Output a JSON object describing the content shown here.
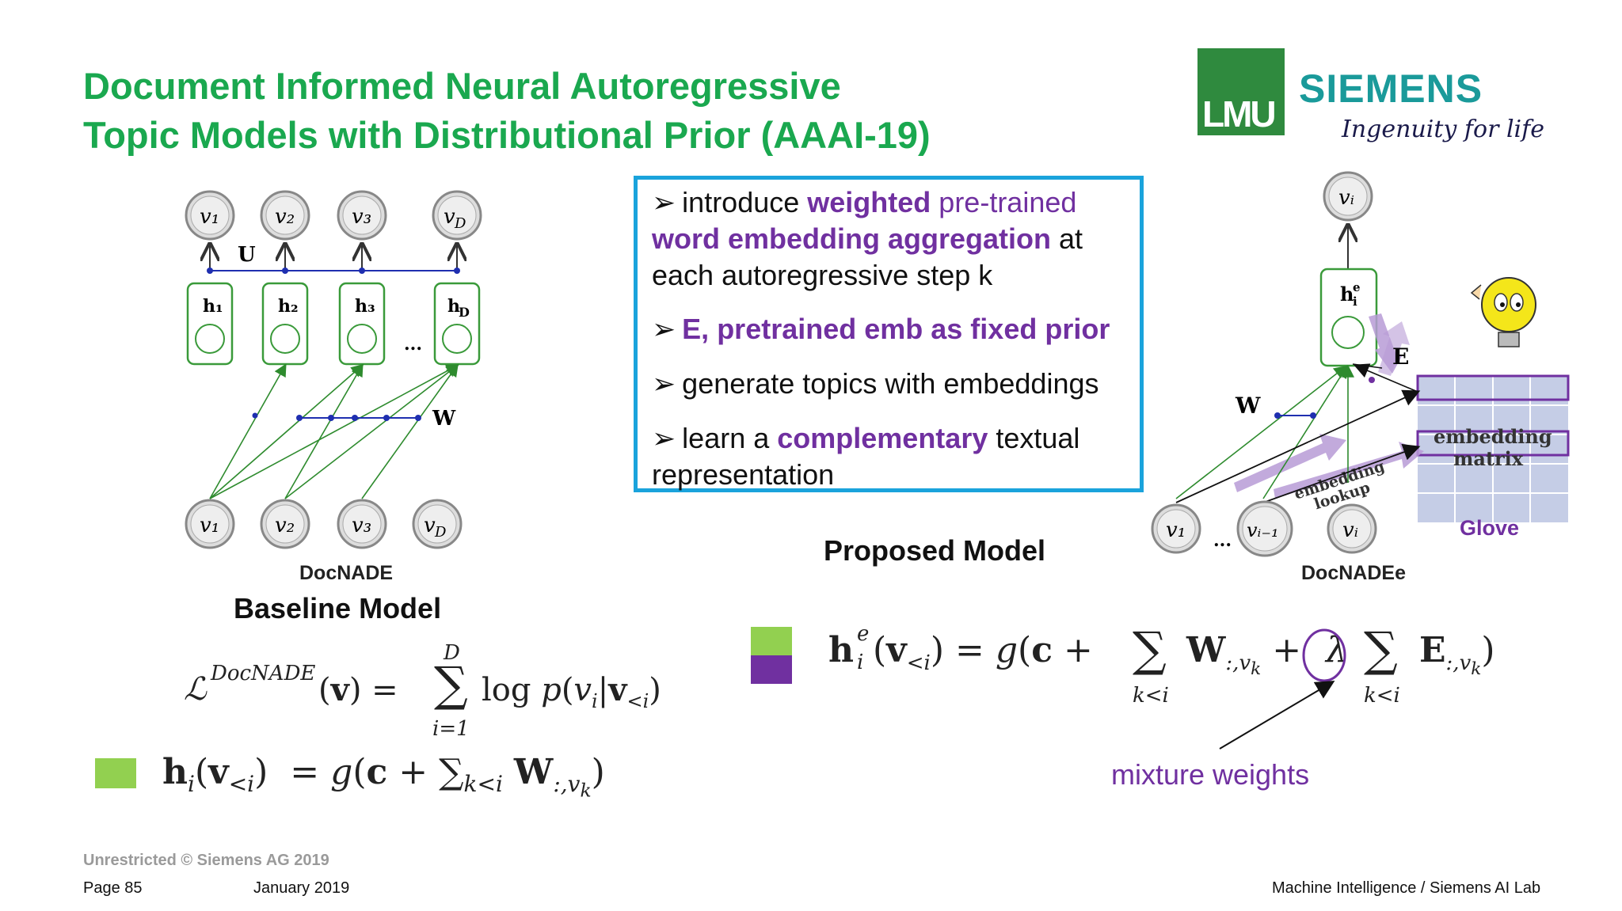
{
  "slide": {
    "title_line1": "Document Informed Neural Autoregressive",
    "title_line2": "Topic Models with Distributional Prior (AAAI-19)",
    "colors": {
      "title": "#1aa84f",
      "accent_purple": "#7030a0",
      "box_border": "#1aa3dc",
      "swatch_green": "#92d050"
    }
  },
  "logos": {
    "lmu": "LMU",
    "siemens": "SIEMENS",
    "tagline": "Ingenuity for life"
  },
  "bullets": {
    "b1_pre": "introduce ",
    "b1_bold": "weighted",
    "b1_mid": " pre-trained",
    "b1_bold2": "word embedding aggregation",
    "b1_post": " at",
    "b1_line3": "each autoregressive step k",
    "b2": "E, pretrained emb as fixed prior",
    "b3": "generate topics with embeddings",
    "b4_pre": "learn a ",
    "b4_bold": "complementary",
    "b4_post": " textual",
    "b4_line2": "representation"
  },
  "baseline": {
    "section": "Baseline Model",
    "diagram_caption": "DocNADE",
    "label_U": "U",
    "label_W": "W",
    "ellipsis": "...",
    "visible_nodes": [
      "v1",
      "v2",
      "v3",
      "vD"
    ],
    "hidden_nodes": [
      "h1",
      "h2",
      "h3",
      "hD"
    ],
    "loss_formula": "ℒ^DocNADE(v) = Σ_{i=1}^{D} log p(v_i | v_<i)",
    "hidden_formula": "h_i(v_<i) = g(c + Σ_{k<i} W_{:,v_k})"
  },
  "proposed": {
    "section": "Proposed Model",
    "diagram_caption": "DocNADEe",
    "label_W": "W",
    "label_E": "E",
    "embedding_matrix": "embedding matrix",
    "embedding_lookup": "embedding lookup",
    "glove": "Glove",
    "ellipsis": "...",
    "formula": "h_i^e(v_<i) = g(c + Σ_{k<i} W_{:,v_k} + λ Σ_{k<i} E_{:,v_k})",
    "mixture_weights": "mixture weights"
  },
  "footer": {
    "classification": "Unrestricted © Siemens AG 2019",
    "page": "Page 85",
    "date": "January 2019",
    "org": "Machine Intelligence / Siemens AI Lab"
  }
}
